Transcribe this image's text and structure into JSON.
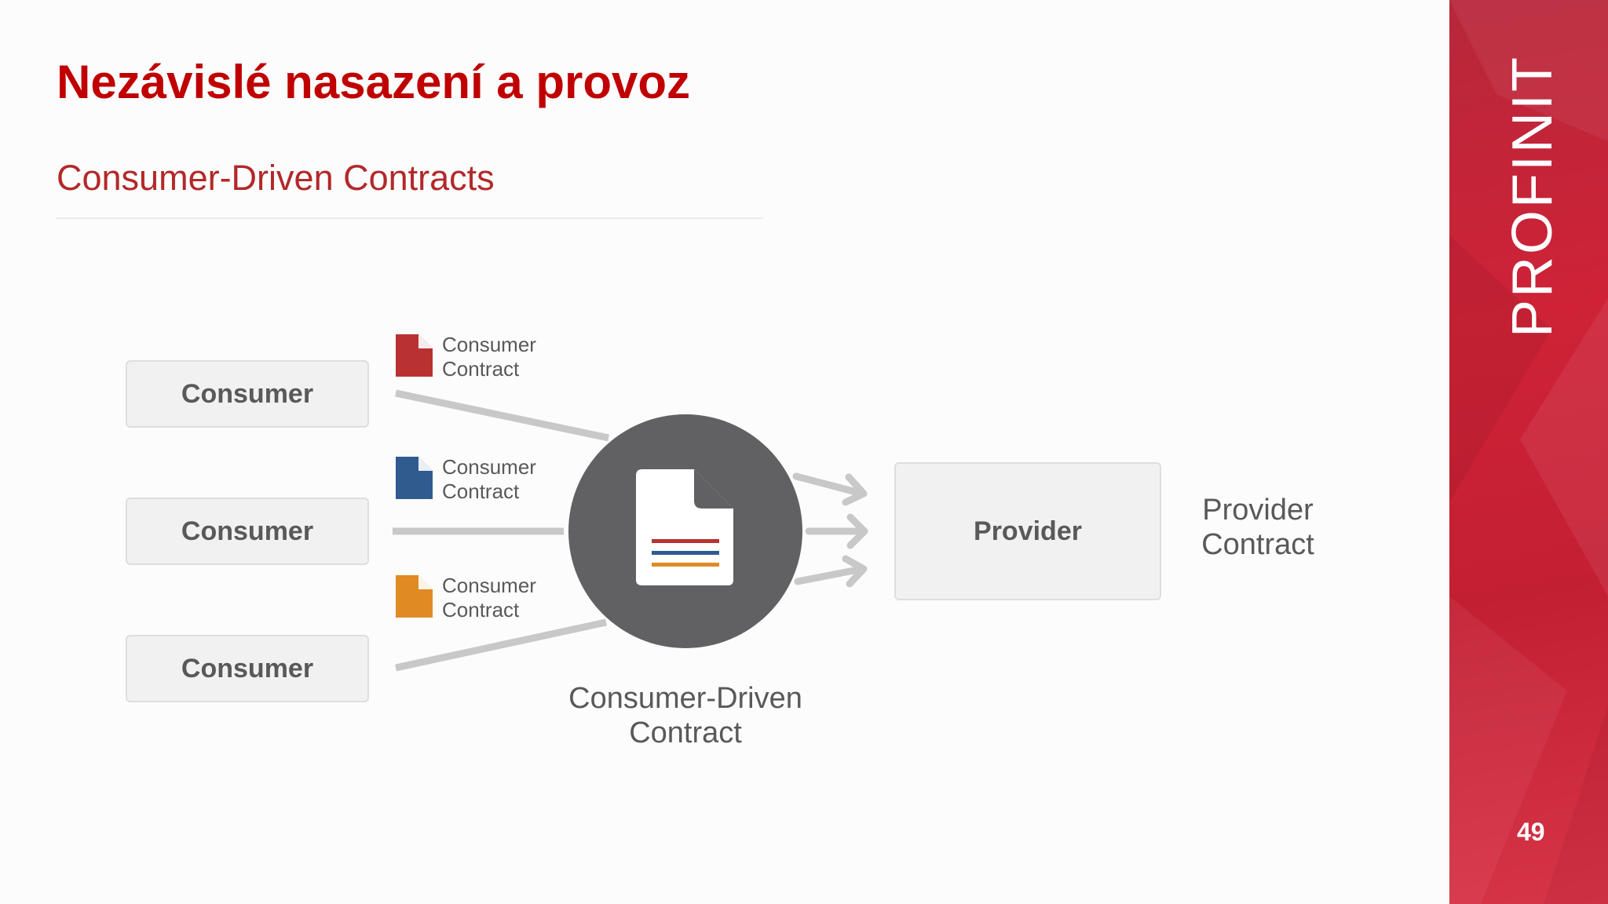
{
  "slide": {
    "title": "Nezávislé nasazení a provoz",
    "subtitle": "Consumer-Driven Contracts",
    "page_number": "49"
  },
  "brand": {
    "name": "PROFINIT"
  },
  "diagram": {
    "consumers": [
      {
        "label": "Consumer"
      },
      {
        "label": "Consumer"
      },
      {
        "label": "Consumer"
      }
    ],
    "consumer_contracts": [
      {
        "line1": "Consumer",
        "line2": "Contract",
        "color": "#b83232"
      },
      {
        "line1": "Consumer",
        "line2": "Contract",
        "color": "#2f5b8f"
      },
      {
        "line1": "Consumer",
        "line2": "Contract",
        "color": "#e08a24"
      }
    ],
    "hub": {
      "line1": "Consumer-Driven",
      "line2": "Contract",
      "icon": "document-icon"
    },
    "provider": {
      "label": "Provider"
    },
    "provider_contract": {
      "line1": "Provider",
      "line2": "Contract"
    }
  },
  "colors": {
    "title": "#c00000",
    "subtitle": "#b3282a",
    "hub": "#616163",
    "connector": "#c8c8c8",
    "band": "#c8213a"
  }
}
